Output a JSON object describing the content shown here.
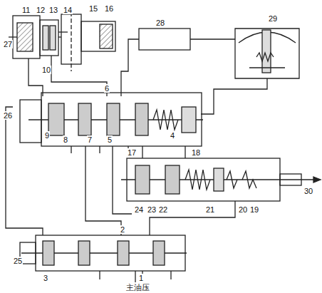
{
  "diagram": {
    "labels": [
      "11",
      "12",
      "13",
      "14",
      "15",
      "16",
      "27",
      "10",
      "28",
      "29",
      "6",
      "26",
      "9",
      "8",
      "7",
      "5",
      "4",
      "17",
      "18",
      "30",
      "23",
      "24",
      "22",
      "21",
      "20",
      "19",
      "2",
      "25",
      "3",
      "1",
      "主油压"
    ]
  }
}
